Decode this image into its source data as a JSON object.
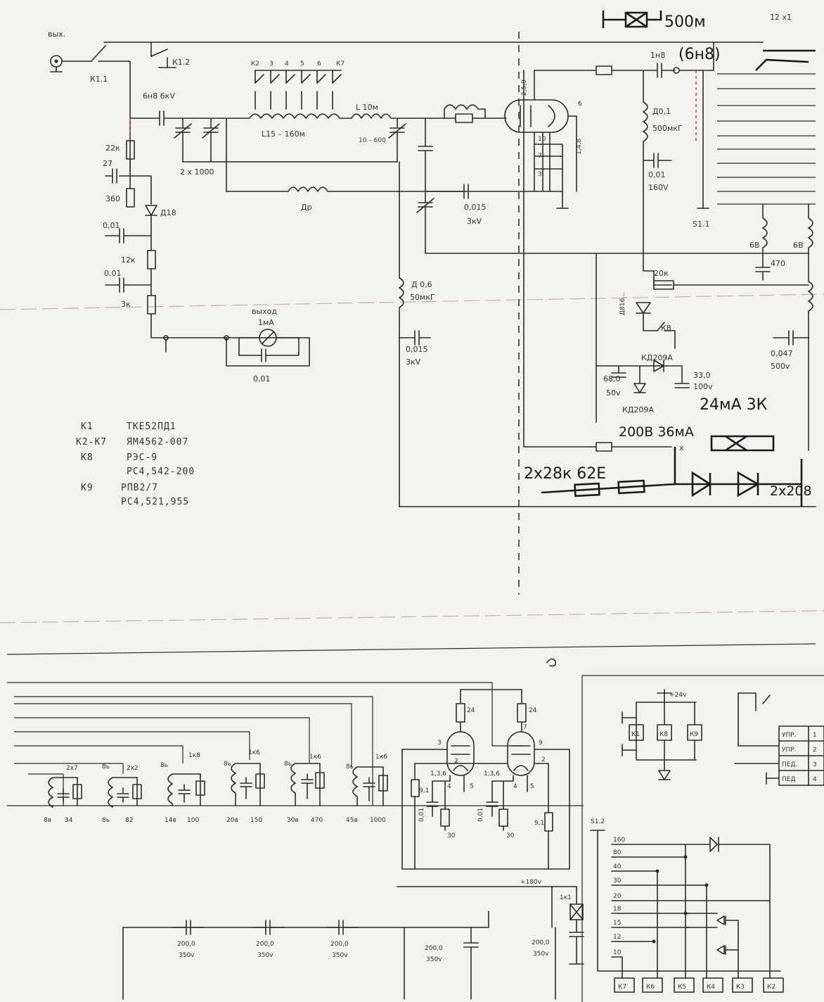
{
  "labels": {
    "output": "вых.",
    "k1_1": "К1.1",
    "k1_2": "К1.2",
    "cap_6n8": "6н8 6кV",
    "relay_row": [
      "К2",
      "3",
      "4",
      "5",
      "6",
      "К7"
    ],
    "r22k": "22к",
    "c27": "27",
    "r360": "360",
    "d18": "Д18",
    "c001a": "0,01",
    "r12k": "12к",
    "c001b": "0,01",
    "r3k": "3к",
    "coil_l15": "L15 – 160м",
    "var_cap": "2 х 1000",
    "dr": "Др",
    "l10m": "L 10м",
    "trim_10_600": "10 – 600",
    "tube_pins_top": "2,5,9",
    "tube_pin6": "6",
    "tube_pins_a": "3",
    "tube_pins_b": "7",
    "tube_pins_c": "10",
    "tube_pins_d": "1,4,8",
    "c_0015a": "0,015",
    "c_3kv_a": "3кV",
    "c_1n8": "1н8",
    "d_0_1": "Д0,1",
    "d_500mkg": "500мкГ",
    "c_001_160": "0,01",
    "v_160": "160V",
    "s1_1": "S1.1",
    "d06": "Д 0,6",
    "d06_50": "50мкГ",
    "c_0015b": "0,015",
    "c_3kv_b": "3кV",
    "meter_title": "выход",
    "meter_1ma": "1мА",
    "meter_cap": "0,01",
    "r20k": "20к",
    "d_d816": "Д816...",
    "k8": "К8",
    "kd209a_1": "КД209А",
    "c68": "68,0",
    "v50": "50v",
    "c33": "33,0",
    "v100": "100v",
    "kd209a_2": "КД209А",
    "c470": "470",
    "coil_6b_a": "6В",
    "coil_6b_b": "6В",
    "c0047": "0,047",
    "v500": "500v",
    "hand_500om": "500м",
    "hand_6n8": "(6н8)",
    "hand_12x1": "12 х1",
    "hand_24ma": "24мА 3К",
    "hand_200v": "200В 36мА",
    "hand_x": "х",
    "hand_2x28k": "2х28к 62Е",
    "hand_2x208": "2х208",
    "legend": [
      [
        "К1",
        "ТКЕ52ПД1"
      ],
      [
        "К2-К7",
        "ЯМ4562-007"
      ],
      [
        "К8",
        "РЭС-9"
      ],
      [
        "",
        "РС4,542-200"
      ],
      [
        "К9",
        "РПВ2/7"
      ],
      [
        "",
        "РС4,521,955"
      ]
    ],
    "tanks": [
      {
        "top": "2х7",
        "left": "",
        "v": "8в",
        "c": "34"
      },
      {
        "top": "2х2",
        "left": "8ь",
        "v": "8ь",
        "c": "82"
      },
      {
        "top": "1к8",
        "left": "8ь",
        "v": "14в",
        "c": "100"
      },
      {
        "top": "1к6",
        "left": "8ь",
        "v": "20в",
        "c": "150"
      },
      {
        "top": "1к6",
        "left": "8ь",
        "v": "30в",
        "c": "470"
      },
      {
        "top": "1к6",
        "left": "8ь",
        "v": "45в",
        "c": "1000"
      }
    ],
    "r24a": "24",
    "r24b": "24",
    "v1_pins_3": "3",
    "v1_pins_2": "2",
    "v1_pins_134": "1,3,6",
    "v1_pins_4": "4",
    "v1_pins_5": "5",
    "v2_pins_7": "7",
    "v2_pins_9": "9",
    "v2_pins_2": "2",
    "v2_pins_134": "1,3,6",
    "v2_pins_4": "4",
    "v2_pins_5": "5",
    "r91a": "9,1",
    "c_001_l": "0,01",
    "r30a": "30",
    "c_001_r": "0,01",
    "r30b": "30",
    "r91b": "9,1",
    "plus180": "+180v",
    "k_small": "1к1",
    "supply": "+24v",
    "relays": [
      "К1",
      "К8",
      "К9"
    ],
    "terminals": [
      [
        "УПР.",
        "1"
      ],
      [
        "УПР.",
        "2"
      ],
      [
        "ПЕД.",
        "3"
      ],
      [
        "ПЕД",
        "4"
      ]
    ],
    "s1_2": "S1.2",
    "bands": [
      "160",
      "80",
      "40",
      "30",
      "20",
      "18",
      "15",
      "12",
      "10"
    ],
    "band_relays": [
      "К7",
      "К6",
      "К5",
      "К4",
      "К3",
      "К2"
    ],
    "caps_200": [
      {
        "c": "200,0",
        "v": "350v"
      },
      {
        "c": "200,0",
        "v": "350v"
      },
      {
        "c": "200,0",
        "v": "350v"
      },
      {
        "c": "200,0",
        "v": "350v"
      },
      {
        "c": "200,0",
        "v": "350v"
      }
    ]
  }
}
